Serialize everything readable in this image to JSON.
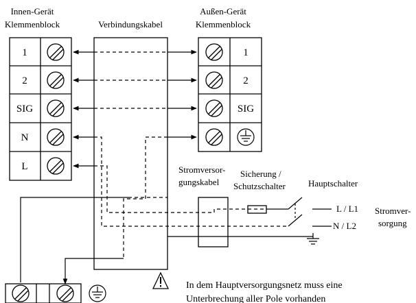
{
  "indoor_unit": {
    "title_line1": "Innen-Gerät",
    "title_line2": "Klemmenblock",
    "terminals": [
      "1",
      "2",
      "SIG",
      "N",
      "L"
    ]
  },
  "connection_cable": {
    "label": "Verbindungskabel"
  },
  "outdoor_unit": {
    "title_line1": "Außen-Gerät",
    "title_line2": "Klemmenblock",
    "terminals": [
      "1",
      "2",
      "SIG"
    ]
  },
  "power_cable": {
    "line1": "Stromversor-",
    "line2": "gungskabel"
  },
  "fuse": {
    "line1": "Sicherung /",
    "line2": "Schutzschalter"
  },
  "main_switch": {
    "label": "Hauptschalter"
  },
  "supply": {
    "l_label": "L / L1",
    "n_label": "N / L2",
    "line1": "Stromver-",
    "line2": "sorgung"
  },
  "warning": {
    "line1": "In dem Hauptversorgungsnetz muss eine",
    "line2": "Unterbrechung aller Pole vorhanden"
  },
  "icons": {
    "terminal_screw": "terminal-screw-icon",
    "ground": "ground-icon",
    "warning": "warning-triangle-icon"
  }
}
